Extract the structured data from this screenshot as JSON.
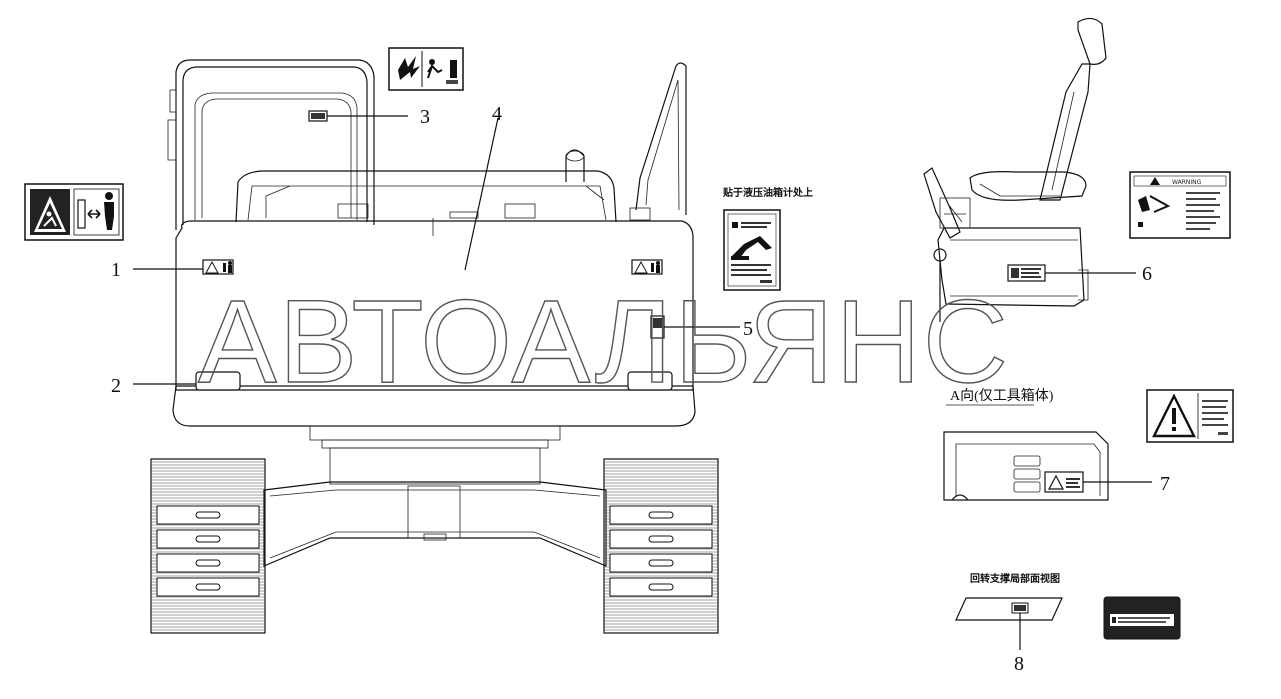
{
  "callouts": [
    "1",
    "2",
    "3",
    "4",
    "5",
    "6",
    "7",
    "8"
  ],
  "captions": {
    "hydraulic_tank": "贴于液压油箱计处上",
    "view_a": "A向(仅工具箱体)",
    "slewing_view": "回转支撑局部面视图"
  },
  "decal_text": {
    "warning": "WARNING"
  },
  "watermark": "АВТОАЛЬЯНС",
  "colors": {
    "line": "#111111",
    "background": "#ffffff",
    "watermark": "#555555",
    "decal_dark": "#222222"
  }
}
